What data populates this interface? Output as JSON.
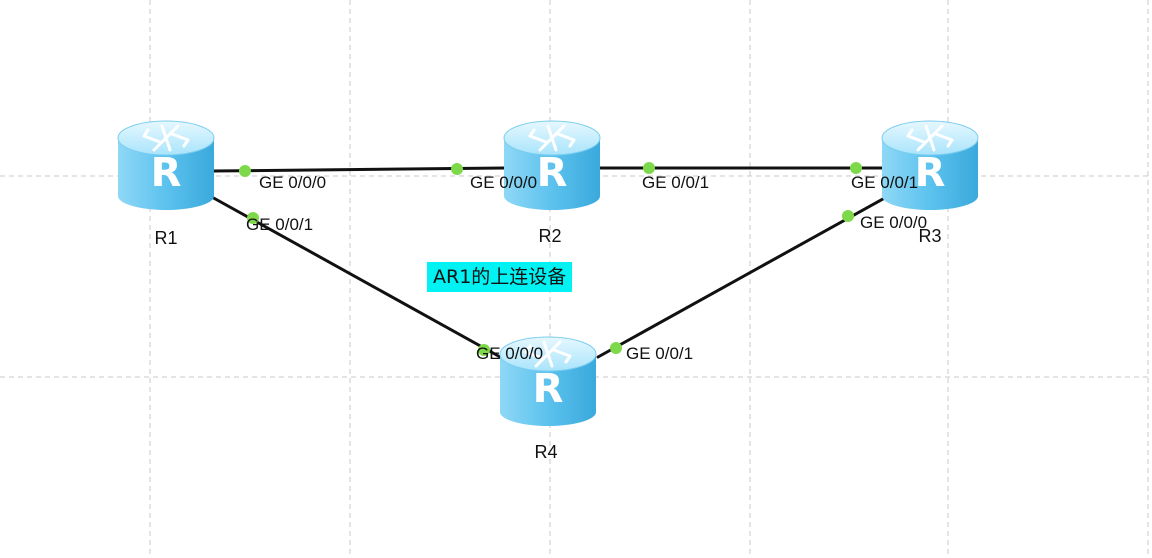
{
  "note": "AR1的上连设备",
  "colors": {
    "grid": "#c8c8c8",
    "link": "#111111",
    "port": "#7dd94a",
    "router_top": "#bfeeff",
    "router_body": "#5fc4ee",
    "note_bg": "#00f2f2"
  },
  "routers": [
    {
      "id": "R1",
      "label": "R1"
    },
    {
      "id": "R2",
      "label": "R2"
    },
    {
      "id": "R3",
      "label": "R3"
    },
    {
      "id": "R4",
      "label": "R4"
    }
  ],
  "links": [
    {
      "from": "R1",
      "to": "R2",
      "from_port": "GE 0/0/0",
      "to_port": "GE 0/0/0"
    },
    {
      "from": "R2",
      "to": "R3",
      "from_port": "GE 0/0/1",
      "to_port": "GE 0/0/1"
    },
    {
      "from": "R1",
      "to": "R4",
      "from_port": "GE 0/0/1",
      "to_port": "GE 0/0/0"
    },
    {
      "from": "R3",
      "to": "R4",
      "from_port": "GE 0/0/0",
      "to_port": "GE 0/0/1"
    }
  ]
}
